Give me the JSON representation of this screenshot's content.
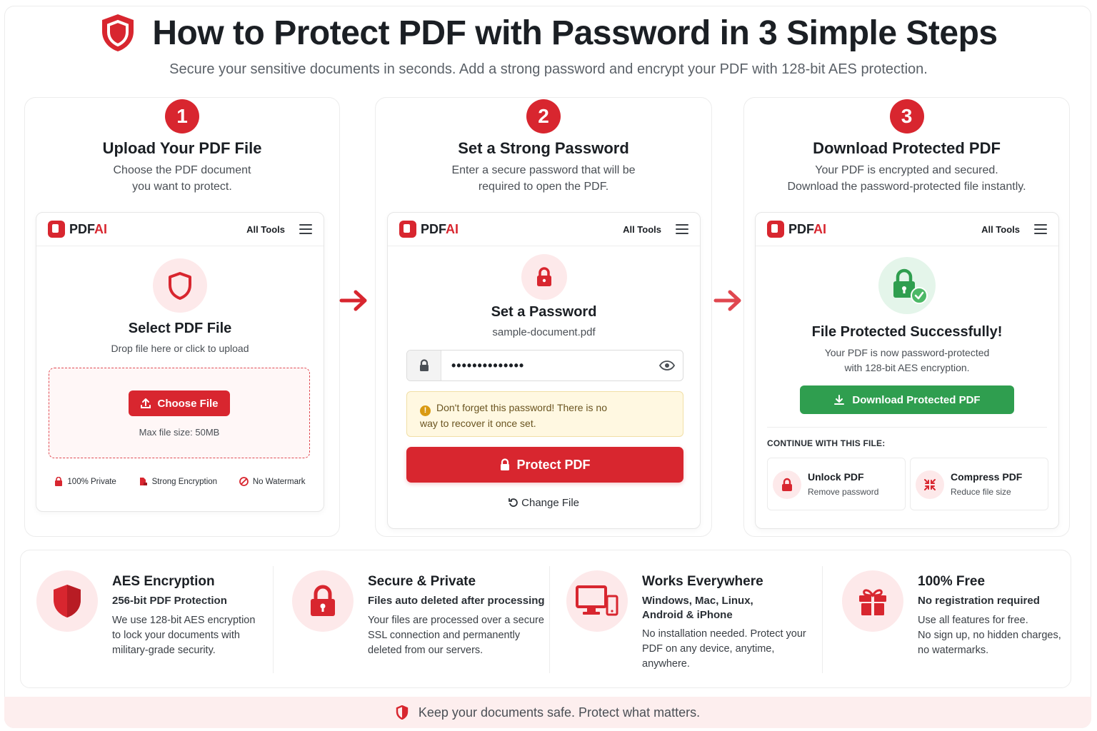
{
  "header": {
    "title": "How to Protect PDF with Password in 3 Simple Steps",
    "subtitle": "Secure your sensitive documents in seconds. Add a strong password and encrypt your PDF with 128-bit AES protection."
  },
  "app": {
    "logo_text": "PDF",
    "logo_accent": "AI",
    "all_tools": "All Tools"
  },
  "steps": [
    {
      "number": "1",
      "title": "Upload Your PDF File",
      "desc_line1": "Choose the PDF document",
      "desc_line2": "you want to protect.",
      "card_title": "Select PDF File",
      "card_sub": "Drop file here or click to upload",
      "button": "Choose File",
      "max_size": "Max file size: 50MB",
      "badges": [
        "100% Private",
        "Strong Encryption",
        "No Watermark"
      ]
    },
    {
      "number": "2",
      "title": "Set a Strong Password",
      "desc_line1": "Enter a secure password that will be",
      "desc_line2": "required to open the PDF.",
      "card_title": "Set a Password",
      "file_name": "sample-document.pdf",
      "password_mask": "••••••••••••••",
      "warning_line1": "Don't forget this password! There is no",
      "warning_line2": "way to recover it once set.",
      "button": "Protect PDF",
      "change_file": "Change File"
    },
    {
      "number": "3",
      "title": "Download Protected PDF",
      "desc_line1": "Your PDF is encrypted and secured.",
      "desc_line2": "Download the password-protected file instantly.",
      "card_title": "File Protected Successfully!",
      "card_sub_line1": "Your PDF is now password-protected",
      "card_sub_line2": "with 128-bit AES encryption.",
      "button": "Download Protected PDF",
      "continue_label": "CONTINUE WITH THIS FILE:",
      "options": [
        {
          "title": "Unlock PDF",
          "sub": "Remove password"
        },
        {
          "title": "Compress PDF",
          "sub": "Reduce file size"
        }
      ]
    }
  ],
  "features": [
    {
      "title": "AES Encryption",
      "sub_line1": "256-bit PDF Protection",
      "sub_line2": "",
      "desc": [
        "We use 128-bit AES encryption",
        "to lock your documents with",
        "military-grade security."
      ]
    },
    {
      "title": "Secure & Private",
      "sub_line1": "Files auto deleted after processing",
      "sub_line2": "",
      "desc": [
        "Your files are processed over a secure",
        "SSL connection and permanently",
        "deleted from our servers."
      ]
    },
    {
      "title": "Works Everywhere",
      "sub_line1": "Windows, Mac, Linux,",
      "sub_line2": "Android & iPhone",
      "desc": [
        "No installation needed. Protect your",
        "PDF on any device, anytime,",
        "anywhere."
      ]
    },
    {
      "title": "100% Free",
      "sub_line1": "No registration required",
      "sub_line2": "",
      "desc": [
        "Use all features for free.",
        "No sign up, no hidden charges,",
        "no watermarks."
      ]
    }
  ],
  "footer": {
    "text": "Keep your documents safe. Protect what matters."
  },
  "colors": {
    "brand_red": "#d8262f",
    "success_green": "#2f9e4f",
    "warning_bg": "#fff8e1"
  }
}
